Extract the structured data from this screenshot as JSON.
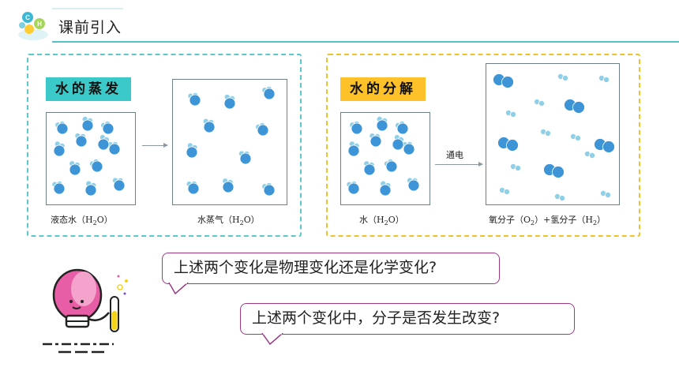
{
  "header": {
    "title": "课前引入",
    "logo_letters": [
      "C",
      "H"
    ]
  },
  "left_panel": {
    "tag": "水的蒸发",
    "box1_caption": {
      "prefix": "液态水（H",
      "sub": "2",
      "suffix": "O）"
    },
    "box2_caption": {
      "prefix": "水蒸气（H",
      "sub": "2",
      "suffix": "O）"
    }
  },
  "right_panel": {
    "tag": "水的分解",
    "arrow_label": "通电",
    "box1_caption": {
      "prefix": "水（H",
      "sub": "2",
      "suffix": "O）"
    },
    "box2_caption": {
      "p1": "氧分子（O",
      "s1": "2",
      "p2": "）+氢分子（H",
      "s2": "2",
      "p3": "）"
    }
  },
  "questions": {
    "q1": "上述两个变化是物理变化还是化学变化?",
    "q2": "上述两个变化中，分子是否发生改变?"
  },
  "colors": {
    "teal": "#3cc9c9",
    "gold": "#ffc12a",
    "bubble_border": "#9a3a86",
    "molecule": "#3d95d8"
  }
}
